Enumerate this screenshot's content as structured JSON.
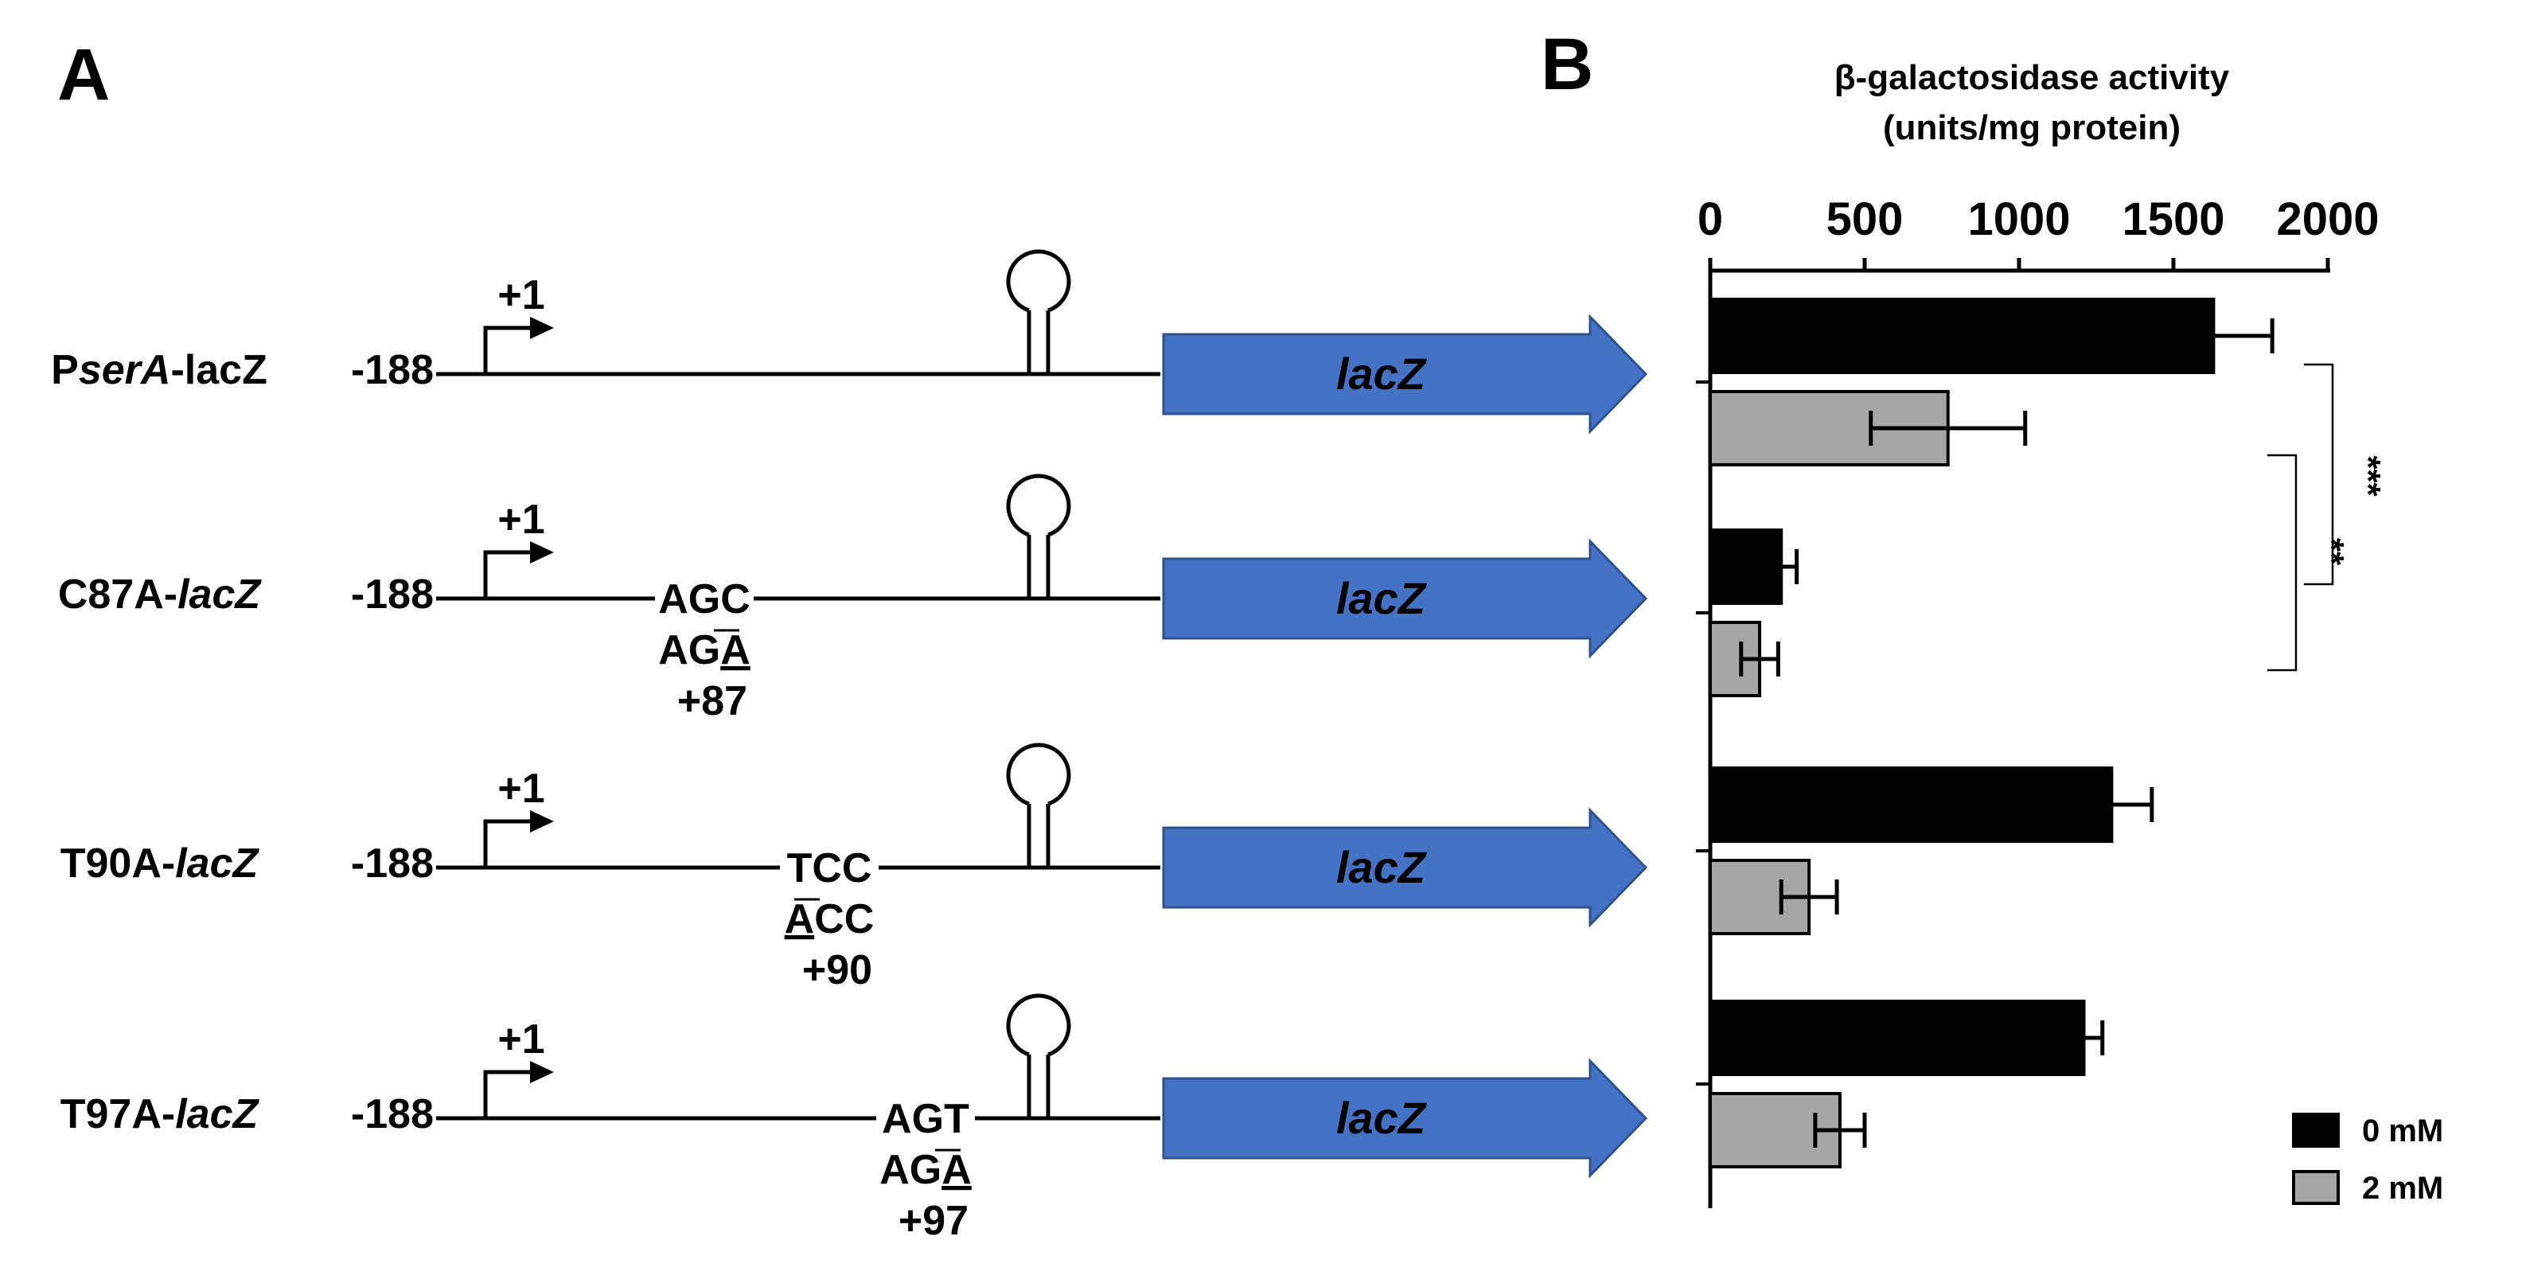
{
  "panel_a": {
    "letter": "A",
    "constructs": [
      {
        "name_prefix": "P",
        "name_italic": "serA",
        "name_suffix": "-lacZ",
        "start_label": "-188",
        "tss_label": "+1",
        "codon_top": "",
        "codon_bottom_pre": "",
        "codon_bottom_ul": "",
        "codon_bottom_post": "",
        "position_label": "",
        "gene_label": "lacZ"
      },
      {
        "name_prefix": "C87A-",
        "name_italic": "lacZ",
        "name_suffix": "",
        "start_label": "-188",
        "tss_label": "+1",
        "codon_top": "AGC",
        "codon_bottom_pre": "AG",
        "codon_bottom_ul": "A",
        "codon_bottom_post": "",
        "position_label": "+87",
        "gene_label": "lacZ"
      },
      {
        "name_prefix": "T90A-",
        "name_italic": "lacZ",
        "name_suffix": "",
        "start_label": "-188",
        "tss_label": "+1",
        "codon_top": "TCC",
        "codon_bottom_pre": "",
        "codon_bottom_ul": "A",
        "codon_bottom_post": "CC",
        "position_label": "+90",
        "gene_label": "lacZ"
      },
      {
        "name_prefix": "T97A-",
        "name_italic": "lacZ",
        "name_suffix": "",
        "start_label": "-188",
        "tss_label": "+1",
        "codon_top": "AGT",
        "codon_bottom_pre": "AG",
        "codon_bottom_ul": "A",
        "codon_bottom_post": "",
        "position_label": "+97",
        "gene_label": "lacZ"
      }
    ]
  },
  "chart_data": {
    "panel_letter": "B",
    "type": "bar",
    "orientation": "horizontal",
    "title_line1": "β-galactosidase activity",
    "title_line2": "(units/mg protein)",
    "xlim": [
      0,
      2000
    ],
    "xticks": [
      "0",
      "500",
      "1000",
      "1500",
      "2000"
    ],
    "categories": [
      "PserA-lacZ",
      "C87A-lacZ",
      "T90A-lacZ",
      "T97A-lacZ"
    ],
    "series": [
      {
        "name": "0 mM",
        "color": "#000000",
        "values": [
          1630,
          230,
          1300,
          1210
        ],
        "errors": [
          190,
          50,
          130,
          60
        ]
      },
      {
        "name": "2 mM",
        "color": "#a6a6a6",
        "values": [
          770,
          160,
          320,
          420
        ],
        "errors": [
          250,
          60,
          90,
          80
        ]
      }
    ],
    "significance": [
      {
        "label": "***",
        "from_category": 0,
        "to_category": 1
      },
      {
        "label": "**",
        "from_category": 0,
        "to_category": 1
      }
    ],
    "legend_position": "bottom-right",
    "colors": {
      "arrow_fill": "#4472c4",
      "arrow_stroke": "#2f528f"
    }
  }
}
